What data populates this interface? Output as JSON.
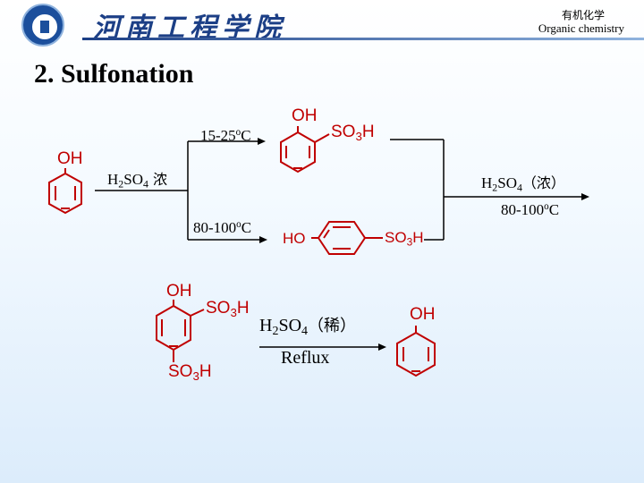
{
  "header": {
    "school_name": "河南工程学院",
    "course_cn": "有机化学",
    "course_en": "Organic chemistry"
  },
  "title": "2.  Sulfonation",
  "start": {
    "oh": "OH"
  },
  "reagent_main": {
    "h2": "H",
    "so4": "SO",
    "four": "4",
    "conc": " 浓"
  },
  "cond_low": {
    "t": "15-25",
    "o": "o",
    "c": "C"
  },
  "cond_high": {
    "t": "80-100",
    "o": "o",
    "c": "C"
  },
  "ortho_product": {
    "oh": "OH",
    "so3h_a": "SO",
    "so3h_b": "3",
    "so3h_c": "H"
  },
  "para_product": {
    "ho": "HO",
    "so3h_a": "SO",
    "so3h_b": "3",
    "so3h_c": "H"
  },
  "right_reagent": {
    "h2": "H",
    "so4": "SO",
    "four": "4",
    "conc": "（浓）"
  },
  "right_cond": {
    "t": "80-100",
    "o": "o",
    "c": "C"
  },
  "disulfonic": {
    "oh": "OH",
    "so3h1_a": "SO",
    "so3h1_b": "3",
    "so3h1_c": "H",
    "so3h2_a": "SO",
    "so3h2_b": "3",
    "so3h2_c": "H"
  },
  "dilute_reagent": {
    "h2": "H",
    "two": "2",
    "so4": "SO",
    "four": "4",
    "dil": "（稀）",
    "reflux": "Reflux"
  },
  "final_product": {
    "oh": "OH"
  }
}
